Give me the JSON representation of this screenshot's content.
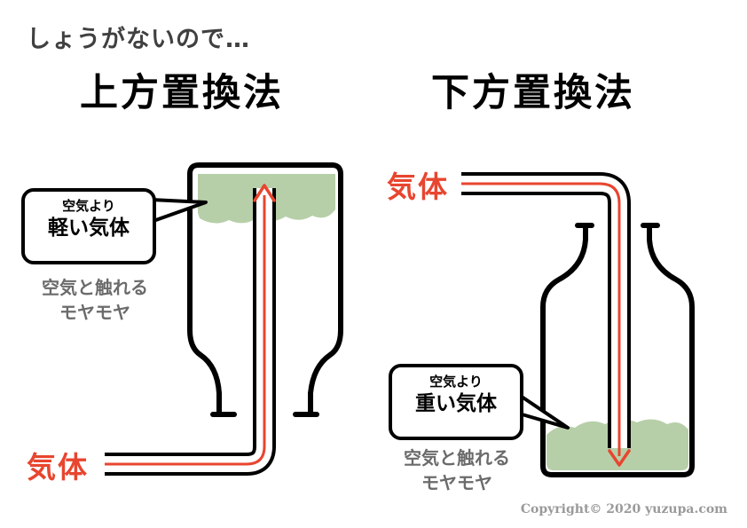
{
  "intro": "しょうがないので…",
  "left": {
    "title": "上方置換法",
    "bubble_small": "空気より",
    "bubble_big": "軽い気体",
    "moya_line1": "空気と触れる",
    "moya_line2": "モヤモヤ",
    "gas_label": "気体"
  },
  "right": {
    "title": "下方置換法",
    "bubble_small": "空気より",
    "bubble_big": "重い気体",
    "moya_line1": "空気と触れる",
    "moya_line2": "モヤモヤ",
    "gas_label": "気体"
  },
  "copyright": "Copyright© 2020 yuzupa.com",
  "colors": {
    "arrow": "#e8452f",
    "gas_fill": "#b7cfa8",
    "outline": "#000000",
    "moya_text": "#6b6b6b"
  }
}
